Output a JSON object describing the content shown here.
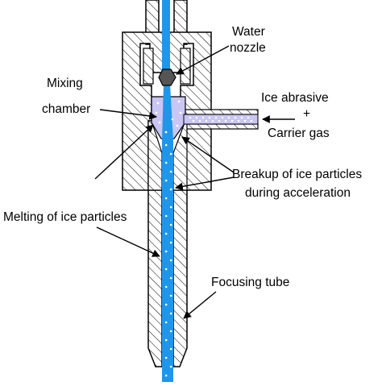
{
  "labels": {
    "water_nozzle_line1": "Water",
    "water_nozzle_line2": "nozzle",
    "mixing_chamber_line1": "Mixing",
    "mixing_chamber_line2": "chamber",
    "ice_abrasive": "Ice abrasive",
    "plus": "+",
    "carrier_gas": "Carrier gas",
    "breakup_line1": "Breakup of ice particles",
    "breakup_line2": "during acceleration",
    "melting": "Melting of ice particles",
    "focusing_tube": "Focusing tube"
  },
  "colors": {
    "water_jet": "#2196e8",
    "chamber": "#c9c6f4",
    "nozzle": "#555555",
    "hatch": "#000000",
    "ice_particle": "#ffffff"
  }
}
